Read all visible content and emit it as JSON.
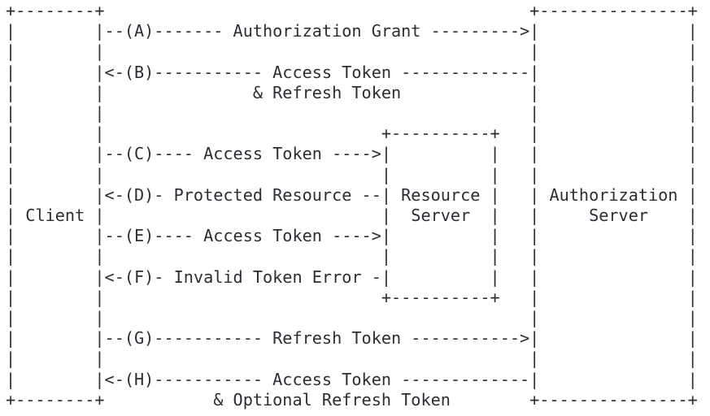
{
  "diagram": {
    "colors": {
      "text": "#2b2e32",
      "background": "#ffffff"
    },
    "ascii_lines": [
      "+--------+                                           +---------------+",
      "|        |--(A)------- Authorization Grant --------->|               |",
      "|        |                                           |               |",
      "|        |<-(B)----------- Access Token -------------|               |",
      "|        |               & Refresh Token             |               |",
      "|        |                                           |               |",
      "|        |                            +----------+   |               |",
      "|        |--(C)---- Access Token ---->|          |   |               |",
      "|        |                            |          |   |               |",
      "|        |<-(D)- Protected Resource --| Resource |   | Authorization |",
      "| Client |                            |  Server  |   |     Server    |",
      "|        |--(E)---- Access Token ---->|          |   |               |",
      "|        |                            |          |   |               |",
      "|        |<-(F)- Invalid Token Error -|          |   |               |",
      "|        |                            +----------+   |               |",
      "|        |                                           |               |",
      "|        |--(G)----------- Refresh Token ----------->|               |",
      "|        |                                           |               |",
      "|        |<-(H)----------- Access Token -------------|               |",
      "+--------+           & Optional Refresh Token        +---------------+"
    ],
    "nodes": [
      {
        "label": "Client"
      },
      {
        "label": "Resource Server"
      },
      {
        "label": "Authorization Server"
      }
    ],
    "steps": [
      {
        "letter": "A",
        "label": "Authorization Grant",
        "from": "Client",
        "to": "Authorization Server"
      },
      {
        "letter": "B",
        "label": "Access Token & Refresh Token",
        "from": "Authorization Server",
        "to": "Client"
      },
      {
        "letter": "C",
        "label": "Access Token",
        "from": "Client",
        "to": "Resource Server"
      },
      {
        "letter": "D",
        "label": "Protected Resource",
        "from": "Resource Server",
        "to": "Client"
      },
      {
        "letter": "E",
        "label": "Access Token",
        "from": "Client",
        "to": "Resource Server"
      },
      {
        "letter": "F",
        "label": "Invalid Token Error",
        "from": "Resource Server",
        "to": "Client"
      },
      {
        "letter": "G",
        "label": "Refresh Token",
        "from": "Client",
        "to": "Authorization Server"
      },
      {
        "letter": "H",
        "label": "Access Token & Optional Refresh Token",
        "from": "Authorization Server",
        "to": "Client"
      }
    ]
  }
}
